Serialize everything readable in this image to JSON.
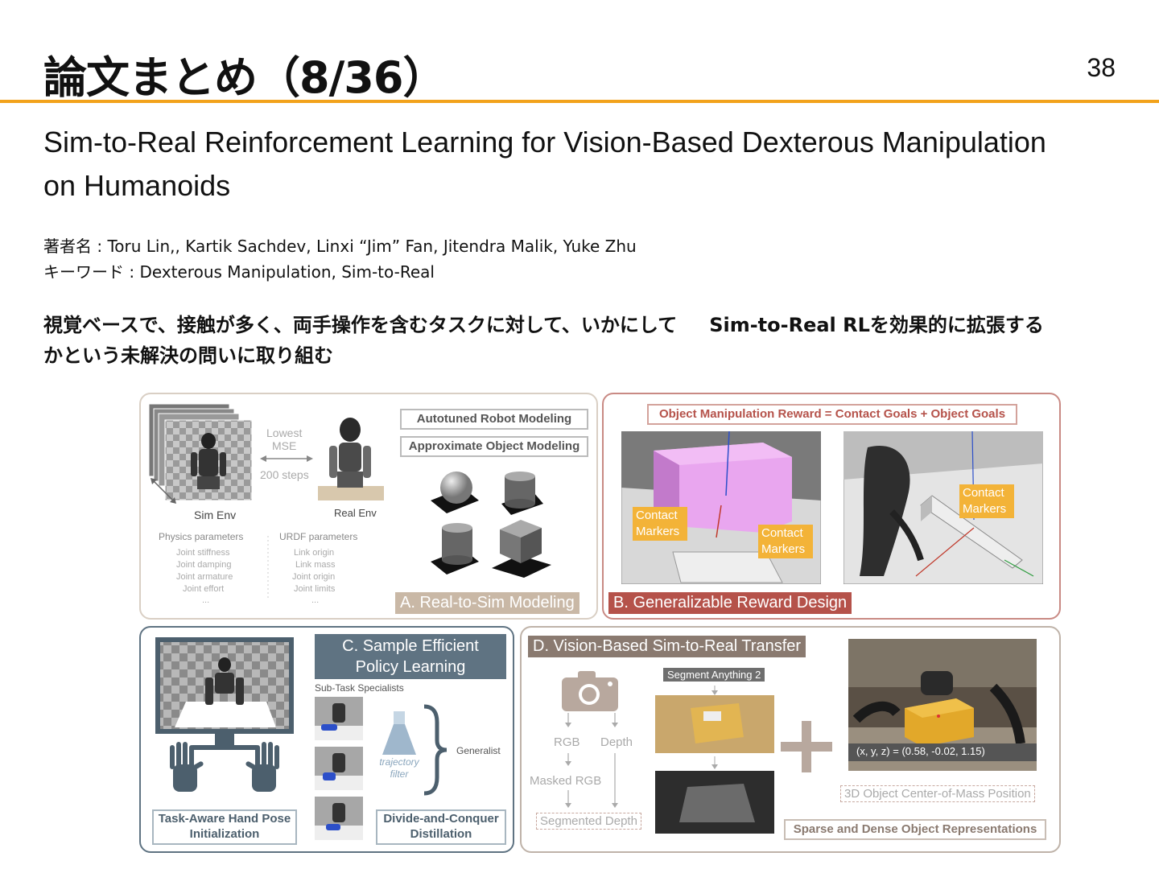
{
  "slide": {
    "title": "論文まとめ（8/36）",
    "page_number": "38"
  },
  "paper": {
    "title_line1": "Sim-to-Real Reinforcement Learning for Vision-Based Dexterous Manipulation",
    "title_line2": "on Humanoids",
    "authors_label": "著者名 :",
    "authors": "Toru Lin,, Kartik Sachdev, Linxi “Jim” Fan, Jitendra Malik, Yuke Zhu",
    "keywords_label": "キーワード :",
    "keywords": "Dexterous Manipulation, Sim-to-Real"
  },
  "summary": {
    "part1": "視覚ベースで、接触が多く、両手操作を含むタスクに対して、いかにして",
    "part2": "Sim-to-Real RLを効果的に拡張する",
    "line2": "かという未解決の問いに取り組む"
  },
  "figure": {
    "panel_a": {
      "tag": "A. Real-to-Sim Modeling",
      "lowest_mse_1": "Lowest",
      "lowest_mse_2": "MSE",
      "steps": "200 steps",
      "sim_env": "Sim Env",
      "real_env": "Real Env",
      "autotuned": "Autotuned Robot Modeling",
      "approx": "Approximate Object Modeling",
      "physics_title": "Physics parameters",
      "physics_items": [
        "Joint stiffness",
        "Joint damping",
        "Joint armature",
        "Joint effort",
        "..."
      ],
      "urdf_title": "URDF parameters",
      "urdf_items": [
        "Link origin",
        "Link mass",
        "Joint origin",
        "Joint limits",
        "..."
      ]
    },
    "panel_b": {
      "tag": "B. Generalizable Reward Design",
      "reward": "Object Manipulation Reward = Contact Goals + Object Goals",
      "contact_1": "Contact Markers",
      "contact_2": "Contact Markers",
      "contact_3": "Contact Markers"
    },
    "panel_c": {
      "tag": "C. Sample Efficient Policy Learning",
      "specialists": "Sub-Task Specialists",
      "generalist": "Generalist",
      "trajectory": "trajectory filter",
      "hand_pose": "Task-Aware Hand Pose Initialization",
      "divide": "Divide-and-Conquer Distillation"
    },
    "panel_d": {
      "tag": "D. Vision-Based Sim-to-Real Transfer",
      "segment": "Segment Anything 2",
      "rgb": "RGB",
      "depth": "Depth",
      "masked": "Masked RGB",
      "seg_depth": "Segmented Depth",
      "coords": "(x, y, z) = (0.58, -0.02, 1.15)",
      "com": "3D Object Center-of-Mass Position",
      "sparse": "Sparse and Dense Object Representations"
    }
  },
  "colors": {
    "accent": "#f2a21b",
    "panel_a": "#c9b8a6",
    "panel_b": "#b5524a",
    "panel_c": "#5f7382",
    "panel_d": "#8a7a70",
    "marker": "#f3b338"
  }
}
